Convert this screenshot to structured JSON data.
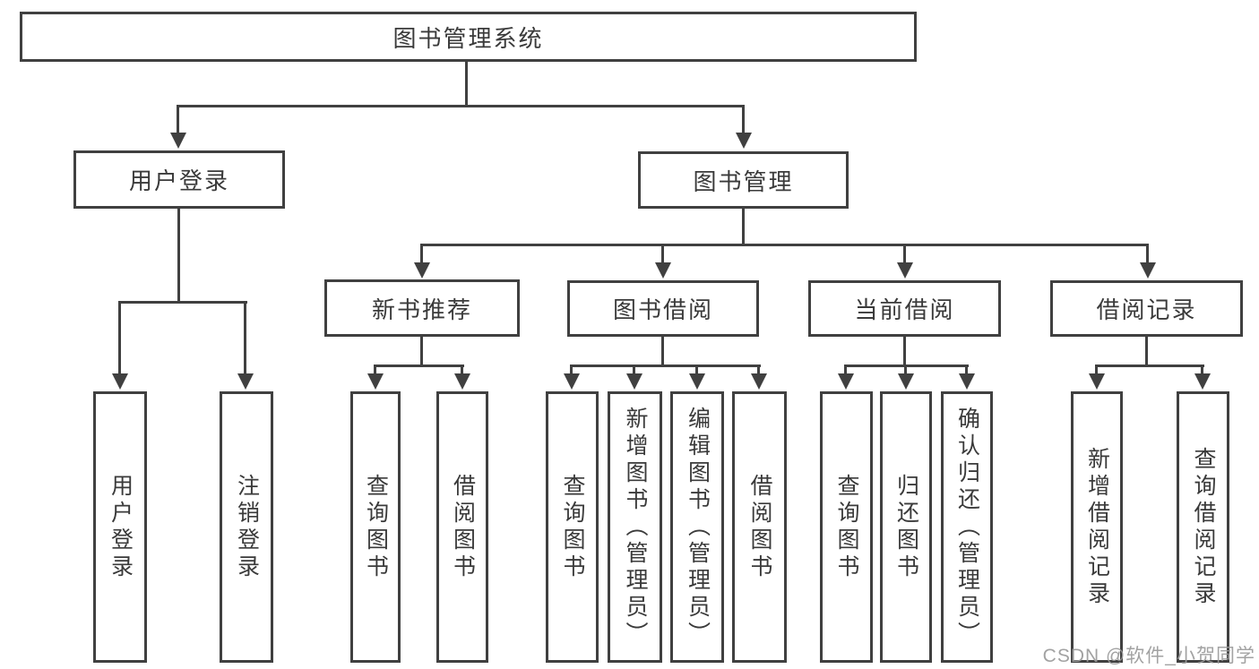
{
  "diagram": {
    "title_node": {
      "label": "图书管理系统"
    },
    "level2": [
      {
        "id": "user-login",
        "label": "用户登录"
      },
      {
        "id": "book-management",
        "label": "图书管理"
      }
    ],
    "level3": [
      {
        "id": "new-book-recommendation",
        "label": "新书推荐",
        "parent": "图书管理"
      },
      {
        "id": "book-borrowing",
        "label": "图书借阅",
        "parent": "图书管理"
      },
      {
        "id": "current-borrowing",
        "label": "当前借阅",
        "parent": "图书管理"
      },
      {
        "id": "borrowing-records",
        "label": "借阅记录",
        "parent": "图书管理"
      }
    ],
    "leaves": [
      {
        "label": "用户登录",
        "parent": "用户登录"
      },
      {
        "label": "注销登录",
        "parent": "用户登录"
      },
      {
        "label": "查询图书",
        "parent": "新书推荐"
      },
      {
        "label": "借阅图书",
        "parent": "新书推荐"
      },
      {
        "label": "查询图书",
        "parent": "图书借阅"
      },
      {
        "label": "新增图书（管理员）",
        "parent": "图书借阅"
      },
      {
        "label": "编辑图书（管理员）",
        "parent": "图书借阅"
      },
      {
        "label": "借阅图书",
        "parent": "图书借阅"
      },
      {
        "label": "查询图书",
        "parent": "当前借阅"
      },
      {
        "label": "归还图书",
        "parent": "当前借阅"
      },
      {
        "label": "确认归还（管理员）",
        "parent": "当前借阅"
      },
      {
        "label": "新增借阅记录",
        "parent": "借阅记录"
      },
      {
        "label": "查询借阅记录",
        "parent": "借阅记录"
      }
    ],
    "watermark": "CSDN @软件_小贺同学",
    "colors": {
      "line": "#404040",
      "text": "#3a3a3a",
      "watermark": "#9a9a9a",
      "background": "#ffffff"
    }
  }
}
